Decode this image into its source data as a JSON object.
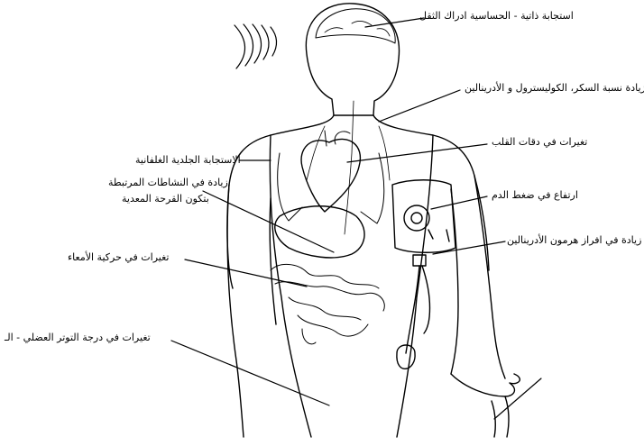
{
  "labels": [
    {
      "id": "brain",
      "text": "استجابة ذاتية - الحساسية ادراك الثقل"
    },
    {
      "id": "sugar",
      "text": "زيادة نسبة السكر، الكوليسترول و الأدرينالين"
    },
    {
      "id": "heart",
      "text": "تغيرات في دقات القلب"
    },
    {
      "id": "skin",
      "text": "الاستجابة الجلدية الغلفانية"
    },
    {
      "id": "activity",
      "text": "زيادة في النشاطات المرتبطة"
    },
    {
      "id": "ulcer",
      "text": "بتكون القرحة المعدية"
    },
    {
      "id": "pressure",
      "text": "ارتفاع في ضغط الدم"
    },
    {
      "id": "adrenal",
      "text": "زيادة في افراز هرمون الأدرينالين"
    },
    {
      "id": "intestine",
      "text": "تغيرات في حركية الأمعاء"
    },
    {
      "id": "muscle",
      "text": "تغيرات في درجة التوتر العضلي - الـ"
    }
  ],
  "colors": {
    "ink": "#000000",
    "background": "#ffffff"
  }
}
